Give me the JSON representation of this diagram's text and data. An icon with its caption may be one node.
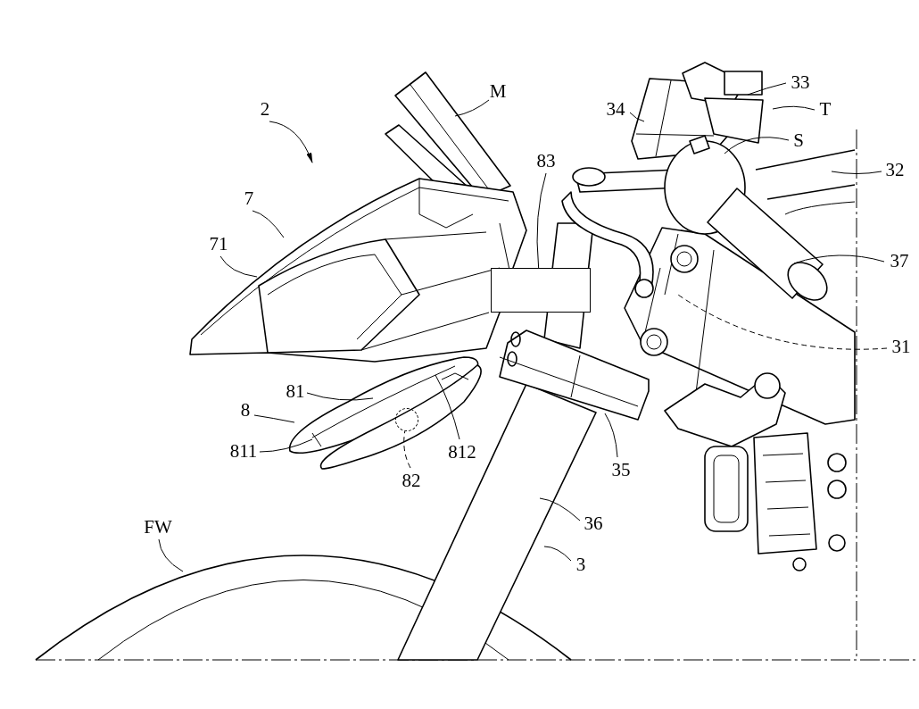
{
  "diagram": {
    "nodes": [
      {
        "text": [
          "2"
        ]
      },
      {
        "text": [
          "M"
        ]
      },
      {
        "text": [
          "33"
        ]
      },
      {
        "text": [
          "T"
        ]
      },
      {
        "text": [
          "34"
        ]
      },
      {
        "text": [
          "S"
        ]
      },
      {
        "text": [
          "83"
        ]
      },
      {
        "text": [],
        "shape": "box"
      },
      {
        "text": [
          "32"
        ]
      },
      {
        "text": [
          "7"
        ]
      },
      {
        "text": [
          "71"
        ]
      },
      {
        "text": [
          "37"
        ]
      },
      {
        "text": [
          "31"
        ]
      },
      {
        "text": [
          "81"
        ]
      },
      {
        "text": [
          "8"
        ]
      },
      {
        "text": [
          "812"
        ]
      },
      {
        "text": [
          "811"
        ]
      },
      {
        "text": [],
        "shape": "circle"
      },
      {
        "text": [
          "82"
        ]
      },
      {
        "text": [
          "35"
        ]
      },
      {
        "text": [
          "36"
        ]
      },
      {
        "text": [
          "FW"
        ]
      },
      {
        "text": [
          "3"
        ]
      }
    ],
    "edges": [
      {
        "from": 0,
        "to": null,
        "arrow": "to"
      },
      {
        "from": 1,
        "to": null,
        "arrow": "none"
      },
      {
        "from": 2,
        "to": null,
        "arrow": "none"
      },
      {
        "from": 3,
        "to": null,
        "arrow": "none"
      },
      {
        "from": 4,
        "to": null,
        "arrow": "none"
      },
      {
        "from": 5,
        "to": null,
        "arrow": "none"
      },
      {
        "from": 6,
        "to": 7,
        "arrow": "none"
      },
      {
        "from": 8,
        "to": null,
        "arrow": "none"
      },
      {
        "from": 9,
        "to": null,
        "arrow": "none"
      },
      {
        "from": 10,
        "to": null,
        "arrow": "none"
      },
      {
        "from": 11,
        "to": null,
        "arrow": "none"
      },
      {
        "from": 12,
        "to": null,
        "arrow": "none",
        "style": "dashed"
      },
      {
        "from": 13,
        "to": null,
        "arrow": "none"
      },
      {
        "from": 14,
        "to": null,
        "arrow": "none"
      },
      {
        "from": 15,
        "to": null,
        "arrow": "none"
      },
      {
        "from": 16,
        "to": null,
        "arrow": "none"
      },
      {
        "from": 18,
        "to": 17,
        "arrow": "none",
        "style": "dashed"
      },
      {
        "from": 19,
        "to": null,
        "arrow": "none"
      },
      {
        "from": 20,
        "to": null,
        "arrow": "none"
      },
      {
        "from": 21,
        "to": null,
        "arrow": "none"
      },
      {
        "from": 22,
        "to": null,
        "arrow": "none"
      }
    ]
  }
}
